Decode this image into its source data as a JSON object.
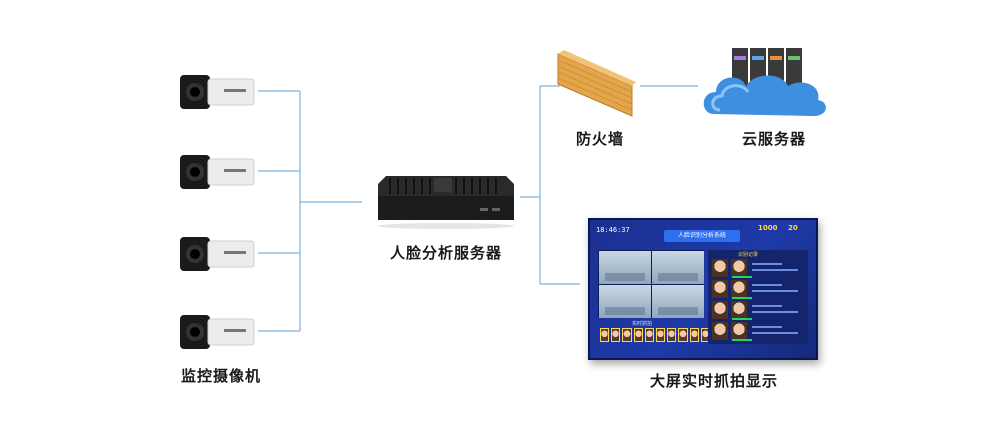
{
  "labels": {
    "cameras": "监控摄像机",
    "face_server": "人脸分析服务器",
    "firewall": "防火墙",
    "cloud_server": "云服务器",
    "display": "大屏实时抓拍显示"
  },
  "screen": {
    "time": "18:46:37",
    "title": "人脸识别分析系统",
    "stat1": "1000",
    "stat2": "20",
    "records_label": "识别记录",
    "strip_label": "实时抓拍"
  },
  "colors": {
    "connector": "#7fb0dc",
    "camera_body": "#ececec",
    "camera_lens": "#111111",
    "server_body": "#1c1c1c",
    "firewall_brick": "#e3a64a",
    "cloud": "#3d8fe0",
    "screen_bg": "#1e3aa8"
  }
}
